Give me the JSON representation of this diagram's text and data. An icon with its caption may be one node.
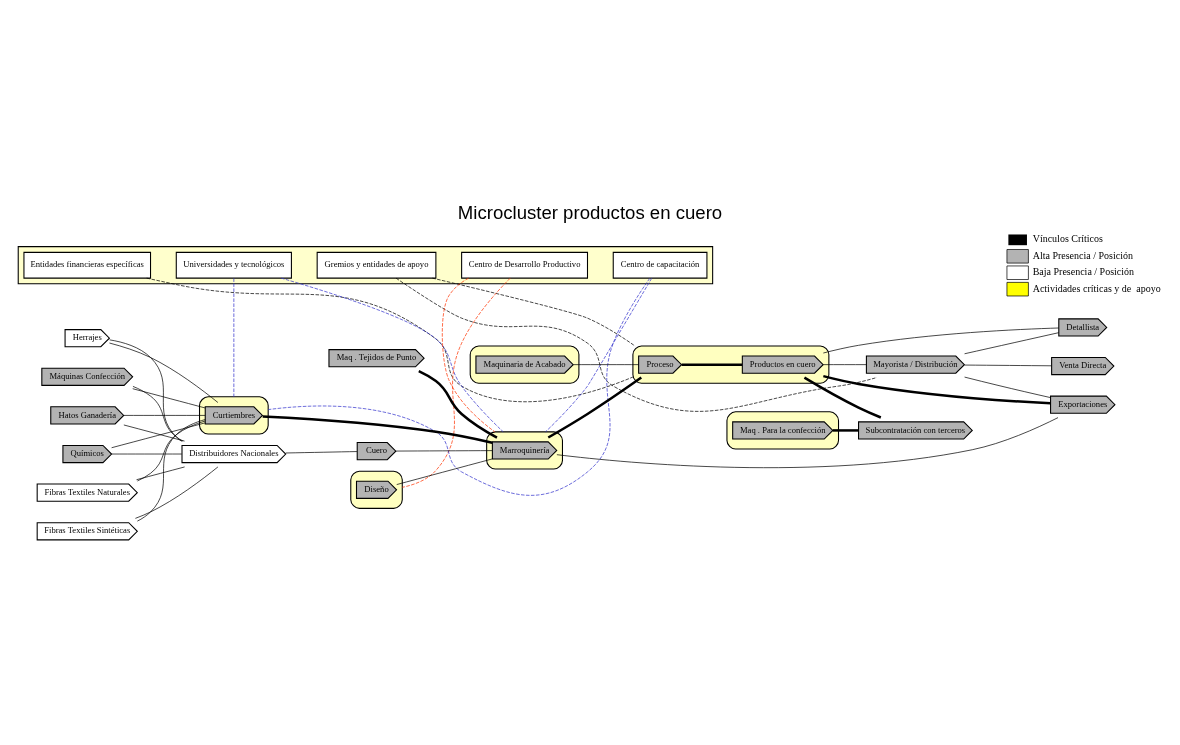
{
  "diagram": {
    "title": "Microcluster productos en cuero",
    "nodes": [
      {
        "text": [],
        "shape": "box"
      },
      {
        "text": [
          "Entidades financieras específicas"
        ],
        "in": 0
      },
      {
        "text": [
          "Universidades y tecnológicos"
        ],
        "in": 0
      },
      {
        "text": [
          "Gremios y entidades de apoyo"
        ],
        "in": 0
      },
      {
        "text": [
          "Centro de Desarrollo Productivo"
        ],
        "in": 0
      },
      {
        "text": [
          "Centro de capacitación"
        ],
        "in": 0
      },
      {
        "text": [
          "Hatos Ganadería"
        ]
      },
      {
        "text": [
          "Químicos"
        ]
      },
      {
        "text": [
          "Fibras Textiles Naturales"
        ]
      },
      {
        "text": [
          "Fibras Textiles Sintéticas"
        ]
      },
      {
        "text": [
          "Herrajes"
        ]
      },
      {
        "text": [
          "Máquinas Confección"
        ]
      },
      {
        "text": [],
        "shape": "box"
      },
      {
        "text": [
          "Curtiembres"
        ],
        "in": 12
      },
      {
        "text": [
          "Distribuidores Nacionales"
        ]
      },
      {
        "text": [
          "Maq . Tejidos de Punto"
        ]
      },
      {
        "text": [
          "Cuero"
        ]
      },
      {
        "text": [],
        "shape": "box"
      },
      {
        "text": [
          "Diseño"
        ],
        "in": 17
      },
      {
        "text": [],
        "shape": "box"
      },
      {
        "text": [
          "Maquinaria de Acabado"
        ],
        "in": 19
      },
      {
        "text": [],
        "shape": "box"
      },
      {
        "text": [
          "Marroquinería"
        ],
        "in": 21
      },
      {
        "text": [],
        "shape": "box"
      },
      {
        "text": [
          "Proceso"
        ],
        "in": 23
      },
      {
        "text": [
          "Productos en cuero"
        ],
        "in": 23
      },
      {
        "text": [
          "Subcontratación con terceros"
        ]
      },
      {
        "text": [],
        "shape": "box"
      },
      {
        "text": [
          "Maq . Para la confección"
        ],
        "in": 27
      },
      {
        "text": [
          "Mayorista / Distribución"
        ]
      },
      {
        "text": [
          "Detallista"
        ]
      },
      {
        "text": [
          "Venta Directa"
        ]
      },
      {
        "text": [
          "Exportaciones"
        ]
      }
    ],
    "edges": [
      {
        "from": 6,
        "to": 13,
        "arrow": "none"
      },
      {
        "from": 7,
        "to": 13,
        "arrow": "none"
      },
      {
        "from": 8,
        "to": 13,
        "arrow": "none"
      },
      {
        "from": 9,
        "to": 13,
        "arrow": "none"
      },
      {
        "from": 10,
        "to": 13,
        "arrow": "none"
      },
      {
        "from": 11,
        "to": 13,
        "arrow": "none"
      },
      {
        "from": 6,
        "to": 14,
        "arrow": "none"
      },
      {
        "from": 7,
        "to": 14,
        "arrow": "none"
      },
      {
        "from": 8,
        "to": 14,
        "arrow": "none"
      },
      {
        "from": 9,
        "to": 14,
        "arrow": "none"
      },
      {
        "from": 10,
        "to": 14,
        "arrow": "none"
      },
      {
        "from": 11,
        "to": 14,
        "arrow": "none"
      },
      {
        "from": 14,
        "to": 16,
        "arrow": "none"
      },
      {
        "from": 13,
        "to": 22,
        "arrow": "none",
        "style": "thick"
      },
      {
        "from": 16,
        "to": 22,
        "arrow": "none"
      },
      {
        "from": 15,
        "to": 22,
        "arrow": "none",
        "style": "thick"
      },
      {
        "from": 18,
        "to": 22,
        "arrow": "none"
      },
      {
        "from": 20,
        "to": 24,
        "arrow": "none"
      },
      {
        "from": 22,
        "to": 24,
        "arrow": "none",
        "style": "thick"
      },
      {
        "from": 24,
        "to": 25,
        "arrow": "none",
        "style": "thick"
      },
      {
        "from": 25,
        "to": 26,
        "arrow": "none",
        "style": "thick"
      },
      {
        "from": 28,
        "to": 26,
        "arrow": "none",
        "style": "thick"
      },
      {
        "from": 25,
        "to": 29,
        "arrow": "none"
      },
      {
        "from": 25,
        "to": 30,
        "arrow": "none"
      },
      {
        "from": 25,
        "to": 32,
        "arrow": "none",
        "style": "thick"
      },
      {
        "from": 22,
        "to": 32,
        "arrow": "none"
      },
      {
        "from": 29,
        "to": 30,
        "arrow": "none"
      },
      {
        "from": 29,
        "to": 31,
        "arrow": "none"
      },
      {
        "from": 29,
        "to": 32,
        "arrow": "none"
      },
      {
        "from": 1,
        "to": 23,
        "arrow": "none",
        "style": "dashed"
      },
      {
        "from": 3,
        "to": 23,
        "arrow": "none",
        "style": "dashed"
      },
      {
        "from": 3,
        "to": 29,
        "arrow": "none",
        "style": "dashed"
      },
      {
        "from": 2,
        "to": 12,
        "arrow": "none",
        "style": "dashed",
        "color": "#3333cc"
      },
      {
        "from": 2,
        "to": 21,
        "arrow": "none",
        "style": "dashed",
        "color": "#3333cc"
      },
      {
        "from": 5,
        "to": 12,
        "arrow": "none",
        "style": "dashed",
        "color": "#3333cc"
      },
      {
        "from": 5,
        "to": 21,
        "arrow": "none",
        "style": "dashed",
        "color": "#3333cc"
      },
      {
        "from": 4,
        "to": 17,
        "arrow": "none",
        "style": "dashed",
        "color": "#ff3300"
      },
      {
        "from": 4,
        "to": 21,
        "arrow": "none",
        "style": "dashed",
        "color": "#ff3300"
      }
    ],
    "legend": [
      {
        "text": "Vínculos Críticos"
      },
      {
        "text": "Alta Presencia / Posición",
        "color": "#b3b3b3"
      },
      {
        "text": "Baja Presencia / Posición",
        "color": "#ffffff"
      },
      {
        "text": "Actividades críticas y de  apoyo",
        "color": "#ffff00"
      }
    ]
  }
}
